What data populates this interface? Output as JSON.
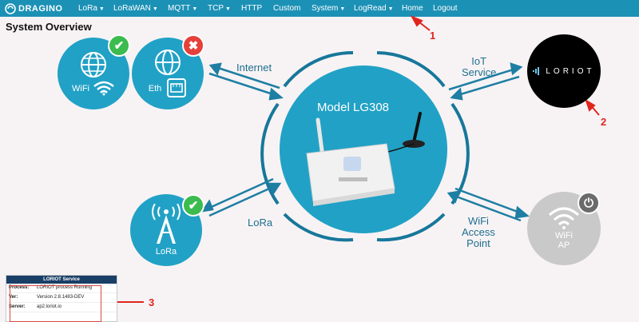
{
  "brand": {
    "name": "DRAGINO"
  },
  "nav": {
    "lora": "LoRa",
    "lorawan": "LoRaWAN",
    "mqtt": "MQTT",
    "tcp": "TCP",
    "http": "HTTP",
    "custom": "Custom",
    "system": "System",
    "logread": "LogRead",
    "home": "Home",
    "logout": "Logout"
  },
  "page": {
    "title": "System Overview"
  },
  "overview": {
    "wifi": "WiFi",
    "eth": "Eth",
    "lora_node": "LoRa",
    "wifi_ap": "WiFi\nAP",
    "internet": "Internet",
    "iot_service": "IoT\nService",
    "lora_link": "LoRa",
    "wifi_access_point": "WiFi\nAccess\nPoint",
    "model": "Model LG308",
    "service_logo": "LORIOT"
  },
  "annotations": {
    "one": "1",
    "two": "2",
    "three": "3"
  },
  "service_panel": {
    "title": "LORIOT Service",
    "rows": [
      {
        "key": "Process:",
        "value": "LORIOT process Running"
      },
      {
        "key": "Ver:",
        "value": "Version 2.8.1483-DEV"
      },
      {
        "key": "Server:",
        "value": "ap2.loriot.io"
      }
    ]
  },
  "colors": {
    "navbar": "#1c91b6",
    "teal": "#21a1c6",
    "ok": "#3cbb4f",
    "error": "#e5403a",
    "annotation": "#e0251f"
  }
}
